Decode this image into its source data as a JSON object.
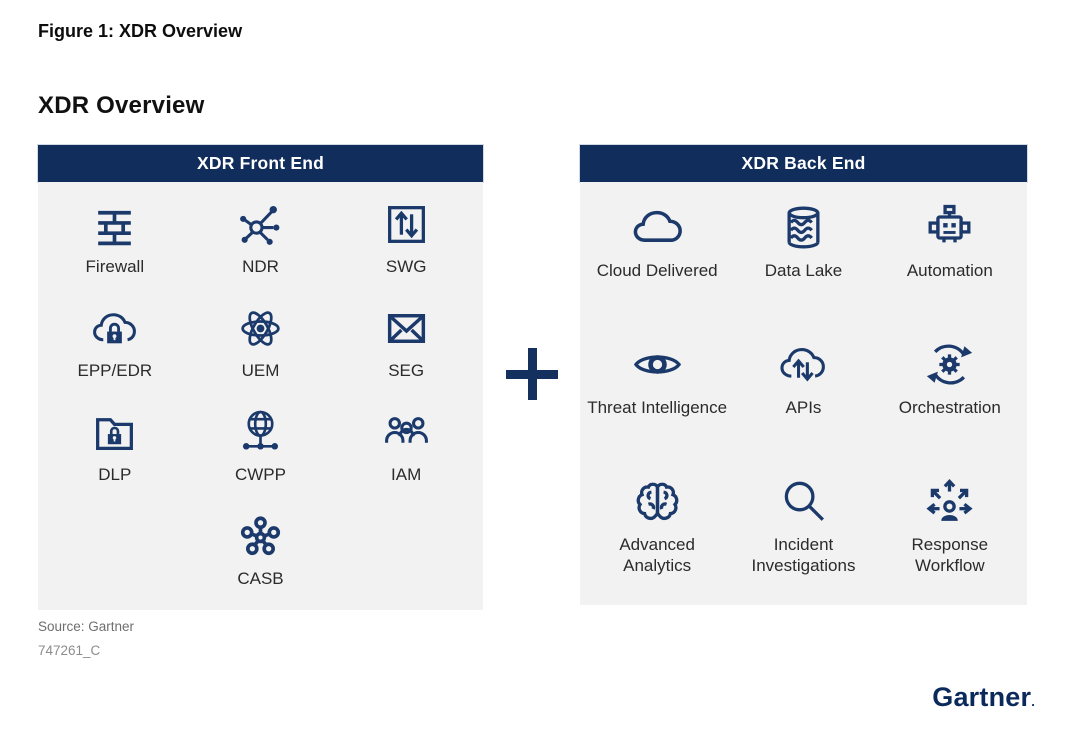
{
  "figure_title": "Figure 1: XDR Overview",
  "section_title": "XDR Overview",
  "separator_icon": "plus-icon",
  "front": {
    "header": "XDR Front End",
    "items": [
      {
        "label": "Firewall",
        "icon": "firewall-icon"
      },
      {
        "label": "NDR",
        "icon": "network-hub-icon"
      },
      {
        "label": "SWG",
        "icon": "box-arrows-icon"
      },
      {
        "label": "EPP/EDR",
        "icon": "cloud-lock-icon"
      },
      {
        "label": "UEM",
        "icon": "atom-icon"
      },
      {
        "label": "SEG",
        "icon": "envelope-icon"
      },
      {
        "label": "DLP",
        "icon": "folder-lock-icon"
      },
      {
        "label": "CWPP",
        "icon": "globe-network-icon"
      },
      {
        "label": "IAM",
        "icon": "people-group-icon"
      },
      {
        "label": "CASB",
        "icon": "nodes-cluster-icon"
      }
    ]
  },
  "back": {
    "header": "XDR Back End",
    "items": [
      {
        "label": "Cloud Delivered",
        "icon": "cloud-icon"
      },
      {
        "label": "Data Lake",
        "icon": "database-waves-icon"
      },
      {
        "label": "Automation",
        "icon": "robot-icon"
      },
      {
        "label": "Threat Intelligence",
        "icon": "eye-icon"
      },
      {
        "label": "APIs",
        "icon": "cloud-arrows-icon"
      },
      {
        "label": "Orchestration",
        "icon": "gear-cycle-icon"
      },
      {
        "label": "Advanced Analytics",
        "icon": "brain-icon"
      },
      {
        "label": "Incident Investigations",
        "icon": "magnifier-icon"
      },
      {
        "label": "Response Workflow",
        "icon": "person-arrows-icon"
      }
    ]
  },
  "source_line": "Source: Gartner",
  "doc_id": "747261_C",
  "logo": {
    "text": "Gartner",
    "mark": "."
  },
  "colors": {
    "header_navy": "#102d5b",
    "icon_navy": "#1b3a6b",
    "panel_bg": "#f2f2f2",
    "label": "#2b2b2b",
    "muted": "#6e6e6e",
    "logo_navy": "#0b2a5b"
  }
}
